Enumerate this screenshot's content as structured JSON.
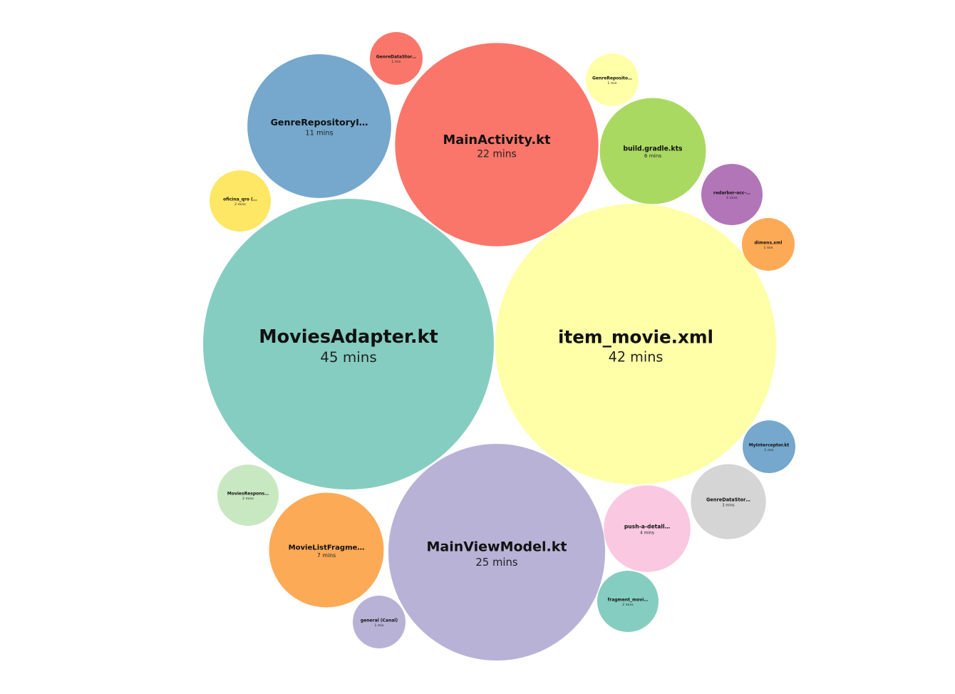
{
  "chart_data": {
    "type": "bubble",
    "unit": "mins",
    "items": [
      {
        "name": "MoviesAdapter.kt",
        "label": "MoviesAdapter.kt",
        "minutes": 45,
        "value_label": "45 mins",
        "color": "#86cdc1"
      },
      {
        "name": "item_movie.xml",
        "label": "item_movie.xml",
        "minutes": 42,
        "value_label": "42 mins",
        "color": "#ffffa8"
      },
      {
        "name": "MainViewModel.kt",
        "label": "MainViewModel.kt",
        "minutes": 25,
        "value_label": "25 mins",
        "color": "#b8b2d6"
      },
      {
        "name": "MainActivity.kt",
        "label": "MainActivity.kt",
        "minutes": 22,
        "value_label": "22 mins",
        "color": "#fb766a"
      },
      {
        "name": "GenreRepositoryImpl",
        "label": "GenreRepositoryI…",
        "minutes": 11,
        "value_label": "11 mins",
        "color": "#75a8cc"
      },
      {
        "name": "MovieListFragment",
        "label": "MovieListFragme…",
        "minutes": 7,
        "value_label": "7 mins",
        "color": "#fdaa56"
      },
      {
        "name": "build.gradle.kts",
        "label": "build.gradle.kts",
        "minutes": 6,
        "value_label": "6 mins",
        "color": "#aad962"
      },
      {
        "name": "push-a-detalle",
        "label": "push-a-detall…",
        "minutes": 4,
        "value_label": "4 mins",
        "color": "#fac8e1"
      },
      {
        "name": "GenreDataStore",
        "label": "GenreDataStor…",
        "minutes": 3,
        "value_label": "3 mins",
        "color": "#d5d5d5"
      },
      {
        "name": "oficina_qro",
        "label": "oficina_qro (…",
        "minutes": 2,
        "value_label": "2 mins",
        "color": "#fee765"
      },
      {
        "name": "redarbor-occ",
        "label": "redarbor-occ-…",
        "minutes": 2,
        "value_label": "2 mins",
        "color": "#b275b8"
      },
      {
        "name": "MoviesResponse",
        "label": "MoviesRespons…",
        "minutes": 2,
        "value_label": "2 mins",
        "color": "#c8e8c1"
      },
      {
        "name": "fragment_movie",
        "label": "fragment_movi…",
        "minutes": 2,
        "value_label": "2 mins",
        "color": "#86cdc1"
      },
      {
        "name": "GenreDataStore-1m",
        "label": "GenreDataStor…",
        "minutes": 1,
        "value_label": "1 min",
        "color": "#fb766a"
      },
      {
        "name": "GenreRepository-1m",
        "label": "GenreReposito…",
        "minutes": 1,
        "value_label": "1 min",
        "color": "#ffffa8"
      },
      {
        "name": "dimens.xml",
        "label": "dimens.xml",
        "minutes": 1,
        "value_label": "1 min",
        "color": "#fdaa56"
      },
      {
        "name": "MyInterceptor.kt",
        "label": "MyInterceptor.kt",
        "minutes": 1,
        "value_label": "1 min",
        "color": "#75a8cc"
      },
      {
        "name": "general (Canal)",
        "label": "general (Canal)",
        "minutes": 1,
        "value_label": "1 min",
        "color": "#b8b2d6"
      }
    ]
  }
}
